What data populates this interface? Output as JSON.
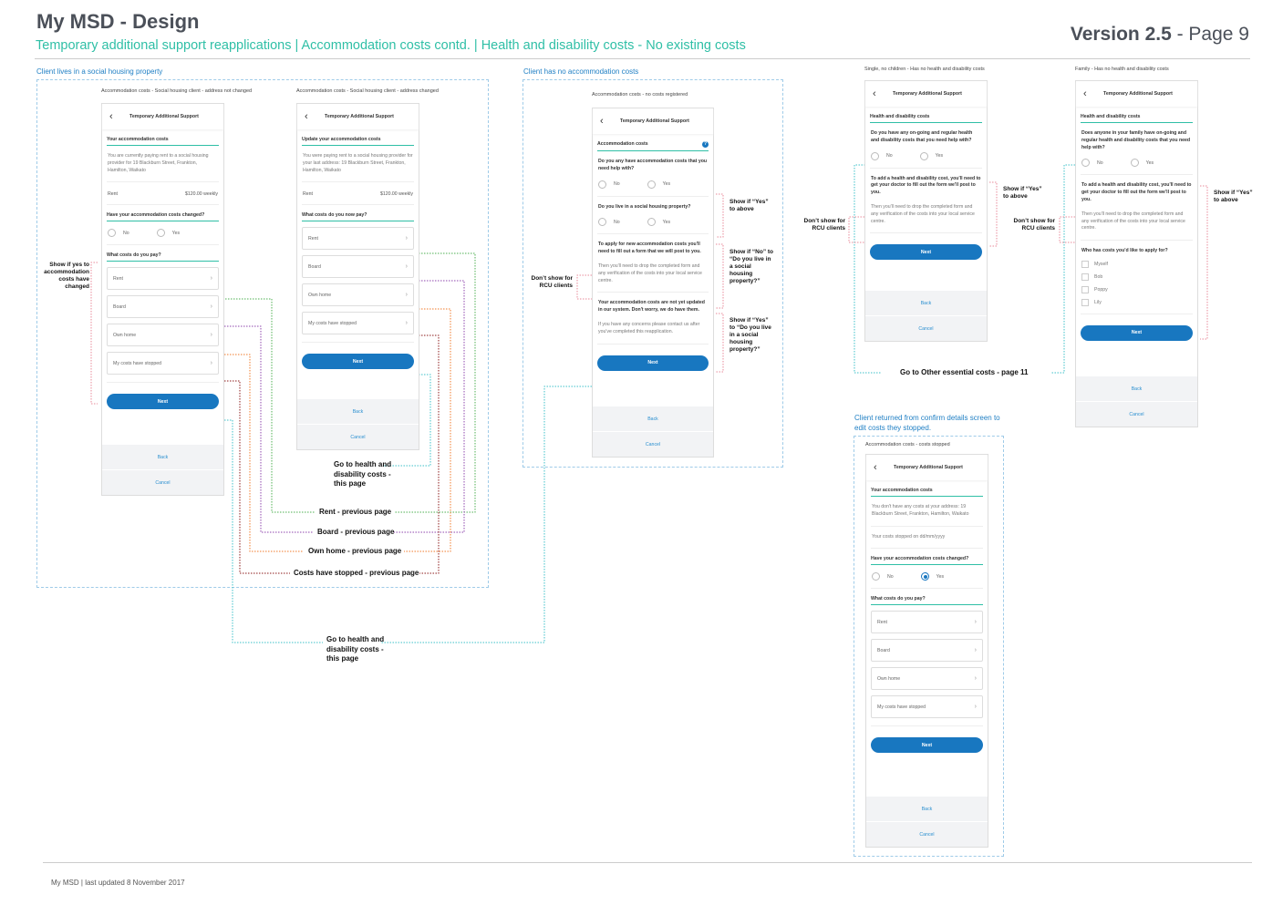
{
  "header": {
    "title": "My MSD - Design",
    "subtitle": "Temporary additional support reapplications | Accommodation costs contd. | Health and disability costs - No existing costs",
    "version_bold": "Version 2.5",
    "version_rest": " - Page 9"
  },
  "footer": {
    "text": "My MSD |  last updated 8 November 2017"
  },
  "sections": {
    "social": "Client lives in a social housing property",
    "nocosts": "Client has no accommodation costs",
    "returned": "Client returned from confirm details screen to edit costs they stopped."
  },
  "captions": {
    "p1": "Accommodation costs - Social housing client - address not changed",
    "p2": "Accommodation costs - Social housing client - address changed",
    "p3": "Accommodation costs - no costs registered",
    "p4": "Single, no children - Has no health and disability costs",
    "p5": "Family - Has no health and disability costs",
    "p6": "Accommodation costs - costs stopped"
  },
  "annotations": {
    "show_yes_changed": "Show if yes to accommodation costs have changed",
    "show_yes_above_1": "Show if “Yes” to above",
    "show_no_social": "Show if “No” to “Do you live in a social housing property?”",
    "show_yes_social": "Show if “Yes” to “Do you live in a social housing property?”",
    "dont_rcu_1": "Don’t show for RCU clients",
    "dont_rcu_2": "Don’t show for RCU clients",
    "dont_rcu_3": "Don’t show for RCU clients",
    "show_yes_above_2": "Show if “Yes” to above",
    "show_yes_above_3": "Show if “Yes” to above",
    "goto_health_1": "Go to health and disability costs - this page",
    "goto_health_2": "Go to health and disability costs - this page",
    "rent_prev": "Rent - previous page",
    "board_prev": "Board - previous page",
    "own_prev": "Own home - previous page",
    "stopped_prev": "Costs have stopped -  previous page",
    "other_essential": "Go to Other essential costs - page 11"
  },
  "colors": {
    "teal": "#2fbfa6",
    "blue": "#1877c0",
    "rent": "#4caf50",
    "board": "#8e44ad",
    "own": "#f07a2a",
    "stopped": "#8b1a1a",
    "next": "#3cc0c8",
    "pink": "#e88a9a"
  },
  "phones": [
    {
      "title": "Temporary Additional Support",
      "back": "Back",
      "cancel": "Cancel",
      "blocks": [
        {
          "type": "heading",
          "text": "Your accommodation costs"
        },
        {
          "type": "text",
          "text": "You are currently paying rent to a social housing provider for 19 Blackburn Street, Frankton, Hamilton, Waikato"
        },
        {
          "type": "divider"
        },
        {
          "type": "row",
          "label": "Rent",
          "value": "$120.00 weekly"
        },
        {
          "type": "divider"
        },
        {
          "type": "heading",
          "text": "Have your accommodation costs changed?"
        },
        {
          "type": "radio",
          "no": "No",
          "yes": "Yes",
          "selected": ""
        },
        {
          "type": "divider"
        },
        {
          "type": "heading",
          "text": "What costs do you pay?"
        },
        {
          "type": "select",
          "text": "Rent"
        },
        {
          "type": "select",
          "text": "Board"
        },
        {
          "type": "select",
          "text": "Own home"
        },
        {
          "type": "select",
          "text": "My costs have stopped"
        },
        {
          "type": "divider"
        },
        {
          "type": "button",
          "text": "Next"
        }
      ]
    },
    {
      "title": "Temporary Additional Support",
      "back": "Back",
      "cancel": "Cancel",
      "blocks": [
        {
          "type": "heading",
          "text": "Update your accommodation costs"
        },
        {
          "type": "text",
          "text": "You were paying rent to a social housing provider for your last address: 19 Blackburn Street, Frankton, Hamilton, Waikato"
        },
        {
          "type": "divider"
        },
        {
          "type": "row",
          "label": "Rent",
          "value": "$120.00 weekly"
        },
        {
          "type": "divider"
        },
        {
          "type": "heading",
          "text": "What costs do you now pay?"
        },
        {
          "type": "select",
          "text": "Rent"
        },
        {
          "type": "select",
          "text": "Board"
        },
        {
          "type": "select",
          "text": "Own home"
        },
        {
          "type": "select",
          "text": "My costs have stopped"
        },
        {
          "type": "divider"
        },
        {
          "type": "button",
          "text": "Next"
        }
      ]
    },
    {
      "title": "Temporary Additional Support",
      "back": "Back",
      "cancel": "Cancel",
      "blocks": [
        {
          "type": "heading",
          "text": "Accommodation costs",
          "help": "?"
        },
        {
          "type": "text",
          "strong": true,
          "text": "Do you any have accommodation costs that you need help with?"
        },
        {
          "type": "radio",
          "no": "No",
          "yes": "Yes",
          "selected": ""
        },
        {
          "type": "divider"
        },
        {
          "type": "text",
          "strong": true,
          "text": "Do you live in a social housing property?"
        },
        {
          "type": "radio",
          "no": "No",
          "yes": "Yes",
          "selected": ""
        },
        {
          "type": "divider"
        },
        {
          "type": "text",
          "strong": true,
          "text": "To apply for new accommodation costs you'll need to fill out a form that we will post to you."
        },
        {
          "type": "text",
          "text": "Then you'll need to drop the completed form and any verification of the costs into your local service centre."
        },
        {
          "type": "divider"
        },
        {
          "type": "text",
          "strong": true,
          "text": "Your accommodation costs are not yet updated in our system. Don't worry, we do have them."
        },
        {
          "type": "text",
          "text": "If you have any concerns please contact us after you've completed this reapplication."
        },
        {
          "type": "divider"
        },
        {
          "type": "button",
          "text": "Next"
        }
      ]
    },
    {
      "title": "Temporary Additional Support",
      "back": "Back",
      "cancel": "Cancel",
      "blocks": [
        {
          "type": "heading",
          "text": "Health and disability costs"
        },
        {
          "type": "text",
          "strong": true,
          "text": "Do you have any on-going and regular health and disability costs that you need help with?"
        },
        {
          "type": "radio",
          "no": "No",
          "yes": "Yes",
          "selected": ""
        },
        {
          "type": "divider"
        },
        {
          "type": "text",
          "strong": true,
          "text": "To add a health and disability cost, you'll need to get your doctor to fill out the form we'll post to you."
        },
        {
          "type": "text",
          "text": "Then you'll need to drop the completed form and any verification of the costs into your local service centre."
        },
        {
          "type": "divider"
        },
        {
          "type": "button",
          "text": "Next"
        }
      ]
    },
    {
      "title": "Temporary Additional Support",
      "back": "Back",
      "cancel": "Cancel",
      "blocks": [
        {
          "type": "heading",
          "text": "Health and disability costs"
        },
        {
          "type": "text",
          "strong": true,
          "text": "Does anyone in your family have on-going and regular health and disability costs that you need help with?"
        },
        {
          "type": "radio",
          "no": "No",
          "yes": "Yes",
          "selected": ""
        },
        {
          "type": "divider"
        },
        {
          "type": "text",
          "strong": true,
          "text": "To add a health and disability cost, you'll need to get your doctor to fill out the form we'll post to you."
        },
        {
          "type": "text",
          "text": "Then you'll need to drop the completed form and any verification of the costs into your local service centre."
        },
        {
          "type": "divider"
        },
        {
          "type": "text",
          "strong": true,
          "text": "Who has costs you'd like to apply for?"
        },
        {
          "type": "check",
          "text": "Myself"
        },
        {
          "type": "check",
          "text": "Bob"
        },
        {
          "type": "check",
          "text": "Poppy"
        },
        {
          "type": "check",
          "text": "Lily"
        },
        {
          "type": "divider"
        },
        {
          "type": "button",
          "text": "Next"
        }
      ]
    },
    {
      "title": "Temporary Additional Support",
      "back": "Back",
      "cancel": "Cancel",
      "blocks": [
        {
          "type": "heading",
          "text": "Your accommodation costs"
        },
        {
          "type": "text",
          "text": "You don't have any costs at your address: 19 Blackburn Street, Frankton, Hamilton, Waikato"
        },
        {
          "type": "divider"
        },
        {
          "type": "text",
          "text": "Your costs stopped on dd/mm/yyyy"
        },
        {
          "type": "divider"
        },
        {
          "type": "heading",
          "text": "Have your accommodation costs changed?"
        },
        {
          "type": "radio",
          "no": "No",
          "yes": "Yes",
          "selected": "yes"
        },
        {
          "type": "divider"
        },
        {
          "type": "heading",
          "text": "What costs do you pay?"
        },
        {
          "type": "select",
          "text": "Rent"
        },
        {
          "type": "select",
          "text": "Board"
        },
        {
          "type": "select",
          "text": "Own home"
        },
        {
          "type": "select",
          "text": "My costs have stopped"
        },
        {
          "type": "divider"
        },
        {
          "type": "button",
          "text": "Next"
        }
      ]
    }
  ]
}
